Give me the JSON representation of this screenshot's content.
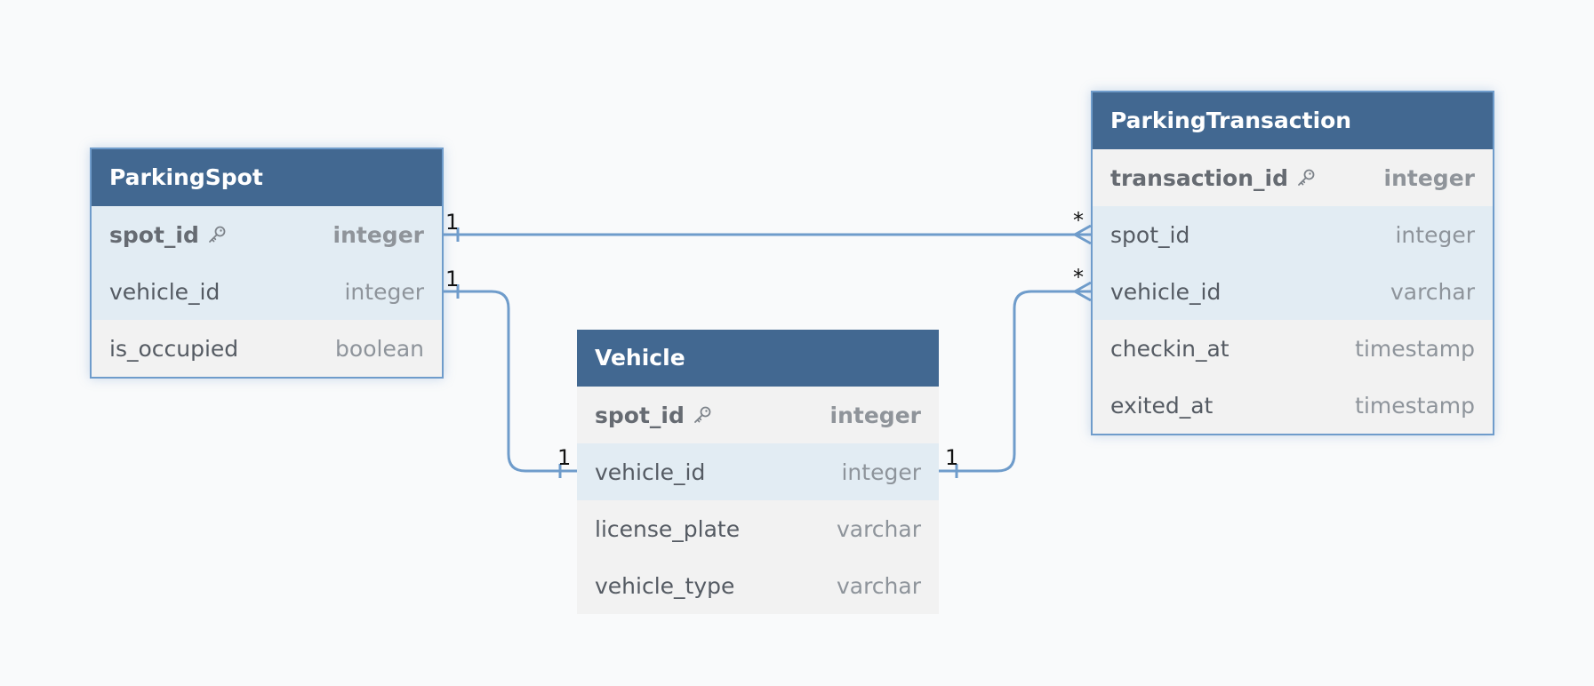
{
  "colors": {
    "background": "#f9fafb",
    "header": "#426891",
    "header_text": "#ffffff",
    "row": "#f2f2f2",
    "row_highlight": "#e2ecf3",
    "link": "#6f9ccb",
    "selected_border": "#6f9ccb"
  },
  "tables": {
    "parking_spot": {
      "name": "ParkingSpot",
      "columns": [
        {
          "name": "spot_id",
          "type": "integer",
          "pk": true
        },
        {
          "name": "vehicle_id",
          "type": "integer"
        },
        {
          "name": "is_occupied",
          "type": "boolean"
        }
      ]
    },
    "vehicle": {
      "name": "Vehicle",
      "columns": [
        {
          "name": "spot_id",
          "type": "integer",
          "pk": true
        },
        {
          "name": "vehicle_id",
          "type": "integer"
        },
        {
          "name": "license_plate",
          "type": "varchar"
        },
        {
          "name": "vehicle_type",
          "type": "varchar"
        }
      ]
    },
    "parking_transaction": {
      "name": "ParkingTransaction",
      "columns": [
        {
          "name": "transaction_id",
          "type": "integer",
          "pk": true
        },
        {
          "name": "spot_id",
          "type": "integer"
        },
        {
          "name": "vehicle_id",
          "type": "varchar"
        },
        {
          "name": "checkin_at",
          "type": "timestamp"
        },
        {
          "name": "exited_at",
          "type": "timestamp"
        }
      ]
    }
  },
  "relationships": [
    {
      "from": "ParkingSpot.spot_id",
      "from_card": "1",
      "to": "ParkingTransaction.spot_id",
      "to_card": "*"
    },
    {
      "from": "ParkingSpot.vehicle_id",
      "from_card": "1",
      "to": "Vehicle.vehicle_id",
      "to_card": "1"
    },
    {
      "from": "Vehicle.vehicle_id",
      "from_card": "1",
      "to": "ParkingTransaction.vehicle_id",
      "to_card": "*"
    }
  ],
  "icons": {
    "primary_key": "key-icon"
  }
}
